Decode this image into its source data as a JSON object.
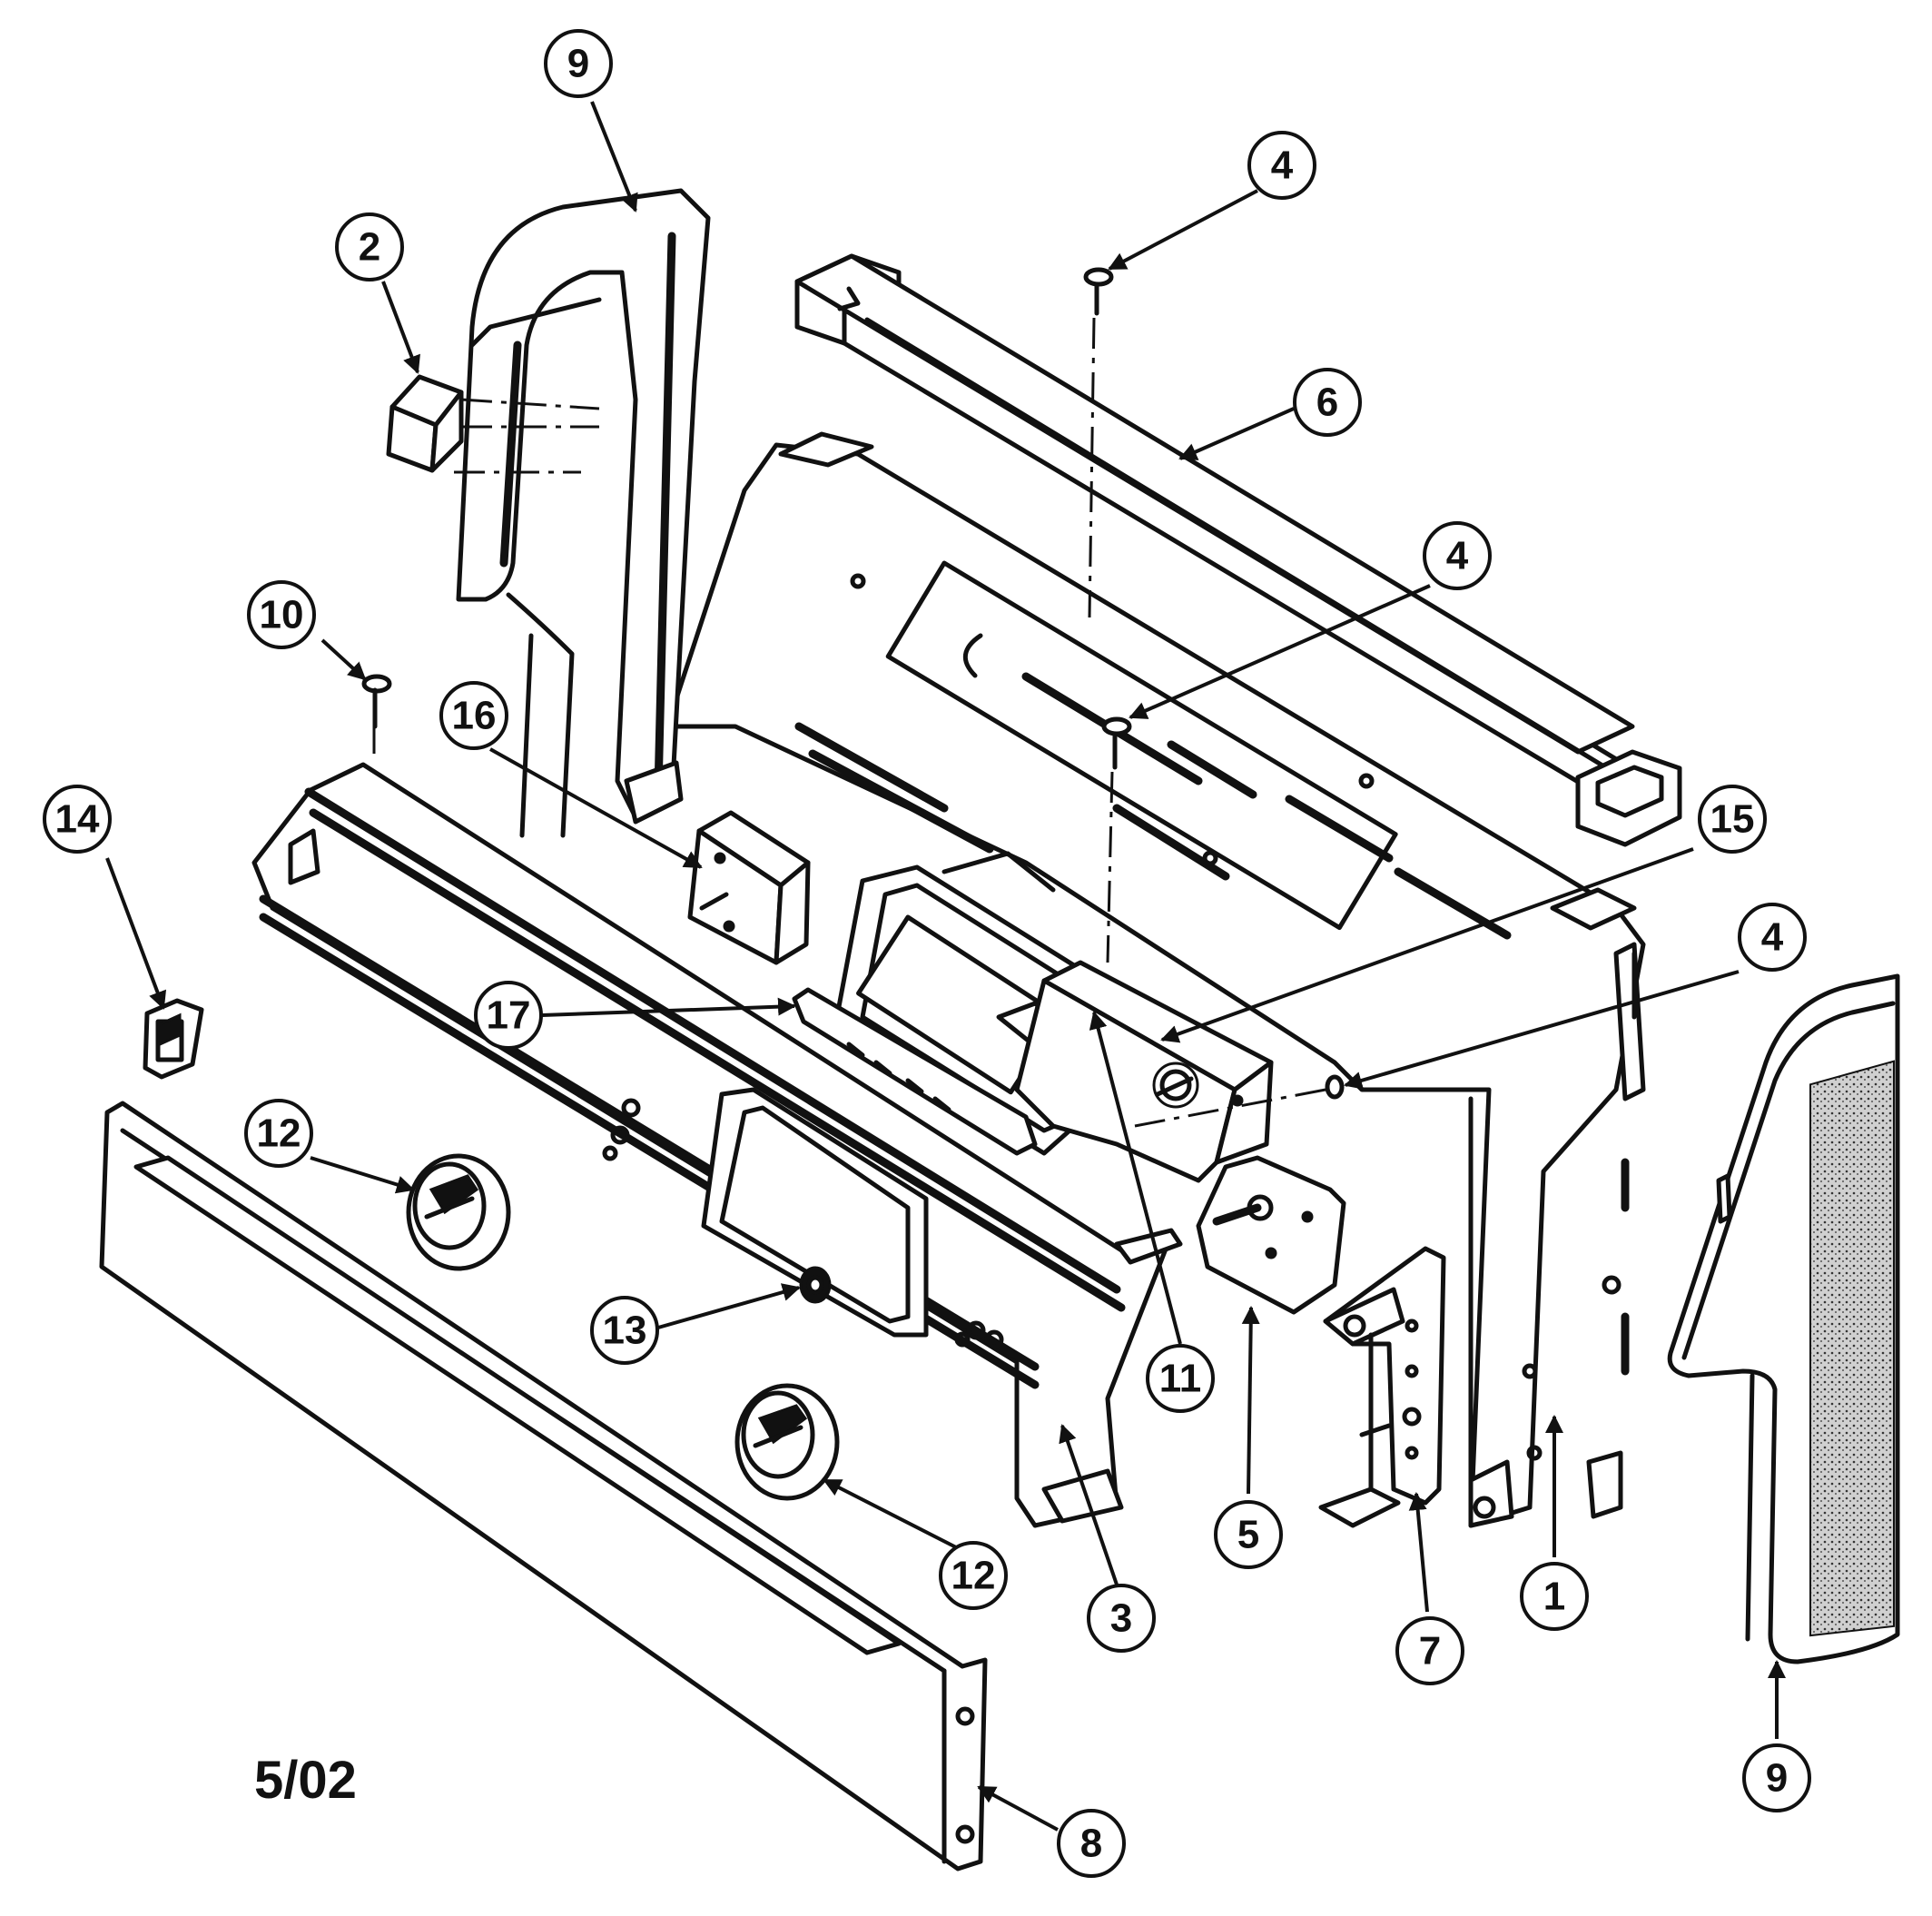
{
  "diagram": {
    "date_code": "5/02",
    "callouts": {
      "c1": "1",
      "c2": "2",
      "c3": "3",
      "c4a": "4",
      "c4b": "4",
      "c4c": "4",
      "c5": "5",
      "c6": "6",
      "c7": "7",
      "c8": "8",
      "c9a": "9",
      "c9b": "9",
      "c10": "10",
      "c11": "11",
      "c12a": "12",
      "c12b": "12",
      "c13": "13",
      "c14": "14",
      "c15": "15",
      "c16": "16",
      "c17": "17"
    }
  }
}
